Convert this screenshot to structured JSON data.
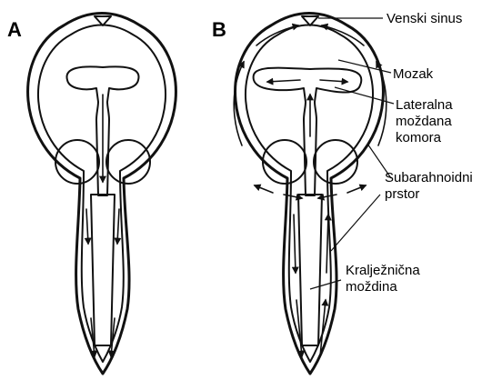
{
  "panels": [
    {
      "letter": "A"
    },
    {
      "letter": "B"
    }
  ],
  "labels": {
    "venous_sinus": "Venski sinus",
    "brain": "Mozak",
    "lateral_ventricle_line1": "Lateralna",
    "lateral_ventricle_line2": "moždana",
    "lateral_ventricle_line3": "komora",
    "subarachnoid_line1": "Subarahnoidni",
    "subarachnoid_line2": "prstor",
    "spinal_cord_line1": "Kralježnična",
    "spinal_cord_line2": "moždina"
  }
}
